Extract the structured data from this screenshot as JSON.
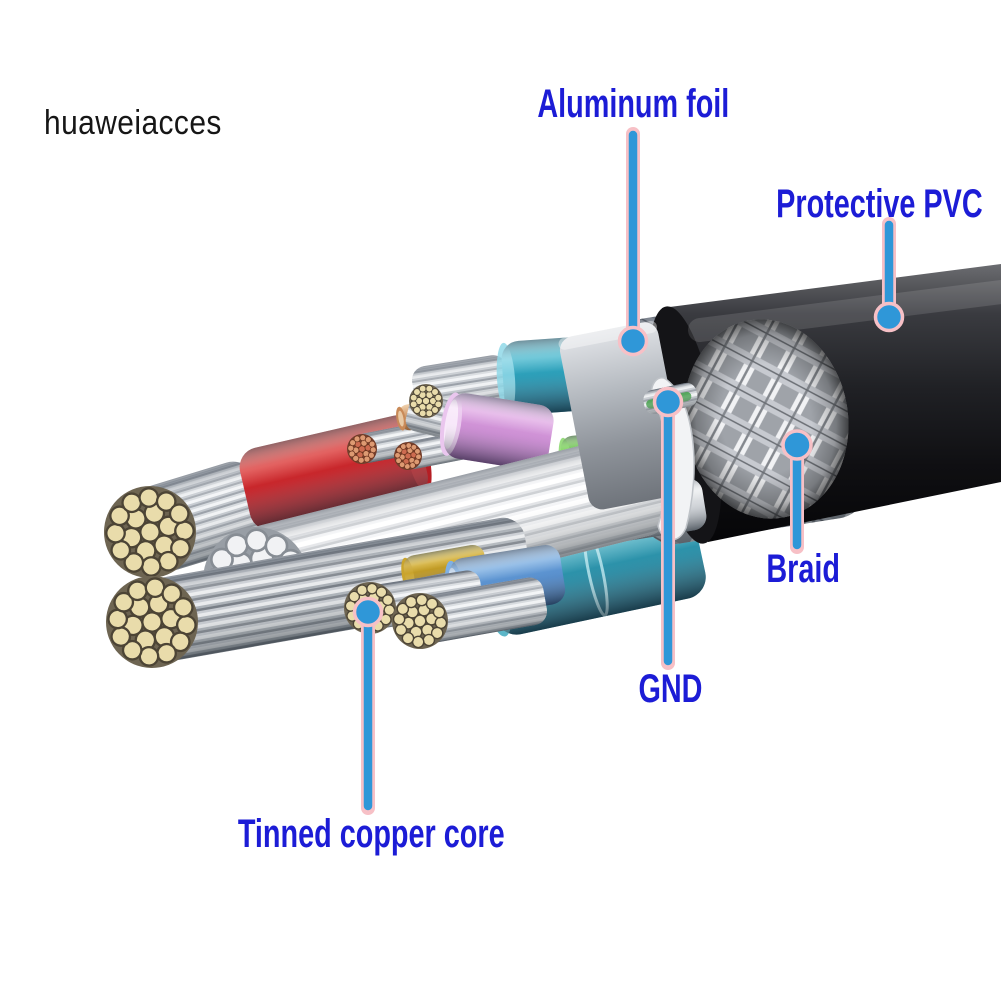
{
  "watermark": {
    "text": "huaweiacces"
  },
  "labels": {
    "aluminum_foil": "Aluminum foil",
    "protective_pvc": "Protective PVC",
    "braid": "Braid",
    "gnd": "GND",
    "tinned_copper_core": "Tinned copper core"
  },
  "colors": {
    "label_text": "#1c1cd6",
    "watermark_text": "#161616",
    "callout_line": "#2f97d8",
    "callout_outline": "#f7c0c6",
    "pvc_jacket": "#1b1b1e",
    "braid_silver": "#c9ccd1",
    "aluminum_foil_gray": "#aeb3b9",
    "tinned_copper": "#e9dcab",
    "background": "#ffffff",
    "wires": {
      "red": "#c32127",
      "teal": "#2499b4",
      "pink": "#c785cf",
      "green": "#37992a",
      "white": "#e8eaec",
      "blue": "#4a85c8",
      "yellow": "#cfa92c",
      "tan": "#d9a97e"
    }
  },
  "diagram": {
    "type": "cable-cutaway",
    "parts": [
      "Aluminum foil",
      "Protective PVC",
      "Braid",
      "GND",
      "Tinned copper core"
    ]
  }
}
